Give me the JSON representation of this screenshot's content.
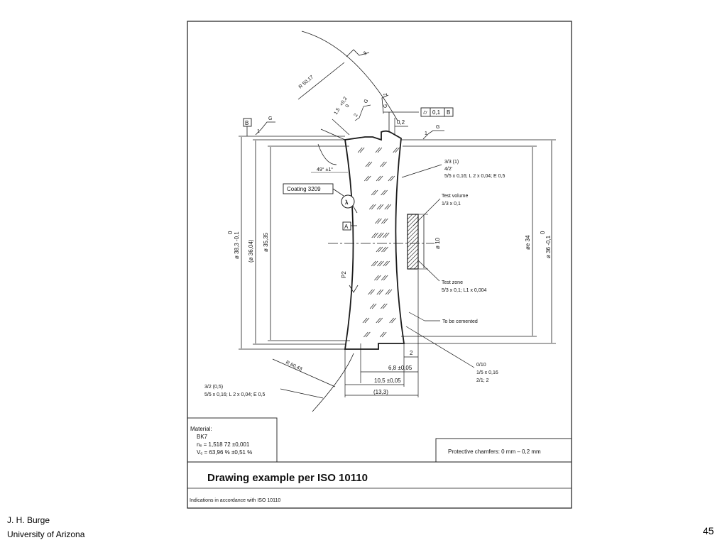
{
  "slide": {
    "caption": "Drawing example per ISO 10110",
    "author": "J. H. Burge",
    "affiliation": "University of Arizona",
    "page_number": "45"
  },
  "drawing": {
    "top_radius": "R 50,17",
    "top_radius_symbol": "3",
    "chamfer_width": "1,5",
    "chamfer_tol_upper": "+0,2",
    "chamfer_tol_lower": "0",
    "chamfer_mark": "2",
    "chamfer_angle": "49° ±1°",
    "surface_g_top": "G",
    "surface_one": "1",
    "datum_b": "B",
    "runout_symbol": "⌭",
    "runout_value": "0,1",
    "runout_datum": "B",
    "edge_value": "0,2",
    "coating_label": "Coating 3209",
    "lambda_symbol": "λ",
    "datum_a": "A",
    "p2_label": "P2",
    "left_spec_1": "3/3 (1)",
    "left_spec_2": "4/2'",
    "left_spec_3": "5/5 x 0,16; L 2 x 0,04; E 0,5",
    "test_volume_1": "Test volume",
    "test_volume_2": "1/3 x 0,1",
    "test_zone_1": "Test zone",
    "test_zone_2": "5/3 x 0,1; L1 x 0,004",
    "cemented": "To be cemented",
    "dia_outer_left": "ø 38,3 -0,1",
    "dia_outer_left_upper": "0",
    "dia_ref": "(ø 36,04)",
    "dia_inner": "ø 35,35",
    "dia_test": "ø 10",
    "dia_e": "øe 34",
    "dia_right": "ø 36 -0,1",
    "dia_right_upper": "0",
    "dim_2": "2",
    "dim_68": "6,8 ±0,05",
    "dim_105": "10,5 ±0,05",
    "dim_133": "(13,3)",
    "bottom_radius": "R 60,43",
    "right_spec_1": "0/10",
    "right_spec_2": "1/5 x 0,16",
    "right_spec_3": "2/1; 2",
    "bottom_spec_1": "3/2 (0,5)",
    "bottom_spec_2": "5/5 x 0,16; L 2 x 0,04; E 0,5",
    "material_title": "Material:",
    "material_name": "BK7",
    "material_n": "nₑ = 1,518 72 ±0,001",
    "material_v": "Vₑ = 63,96 % ±0,51 %",
    "chamfers": "Protective chamfers: 0 mm – 0,2 mm",
    "indications": "Indications in accordance with ISO 10110"
  },
  "colors": {
    "line": "#1a1a1a",
    "paper": "#ffffff"
  }
}
